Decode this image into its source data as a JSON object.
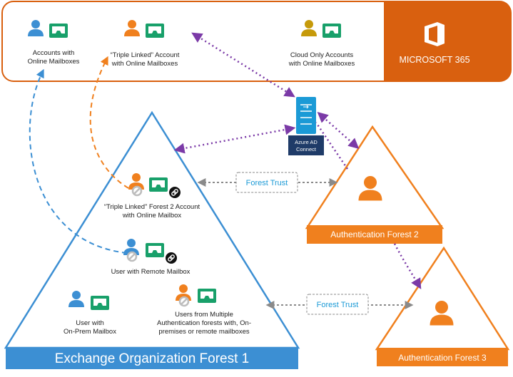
{
  "m365": {
    "title": "MICROSOFT 365",
    "accounts_online": [
      "Accounts with",
      "Online Mailboxes"
    ],
    "triple_linked": [
      "“Triple Linked” Account",
      "with Online Mailboxes"
    ],
    "cloud_only": [
      "Cloud Only Accounts",
      "with Online Mailboxes"
    ]
  },
  "azure_ad_connect": [
    "Azure AD",
    "Connect"
  ],
  "forest_trust_1": "Forest Trust",
  "forest_trust_2": "Forest Trust",
  "auth_forest_2": "Authentication Forest 2",
  "auth_forest_3": "Authentication Forest 3",
  "exchange_forest": {
    "title": "Exchange Organization Forest 1",
    "triple_linked_forest2": [
      "“Triple Linked” Forest 2 Account",
      "with Online Mailbox"
    ],
    "remote_mailbox": "User with Remote Mailbox",
    "onprem": [
      "User with",
      "On-Prem Mailbox"
    ],
    "multi_auth": [
      "Users from Multiple",
      "Authentication forests with, On-",
      "premises or remote mailboxes"
    ]
  },
  "colors": {
    "orange": "#f0801e",
    "dark_orange": "#d9600f",
    "blue": "#3c8fd3",
    "green": "#18a06a",
    "purple": "#7b3aa7",
    "azure": "#1b9ad6",
    "gold": "#c69a0a"
  },
  "icons": [
    "user-icon",
    "mailbox-icon",
    "link-icon",
    "blocked-icon",
    "office-logo-icon",
    "server-icon"
  ]
}
